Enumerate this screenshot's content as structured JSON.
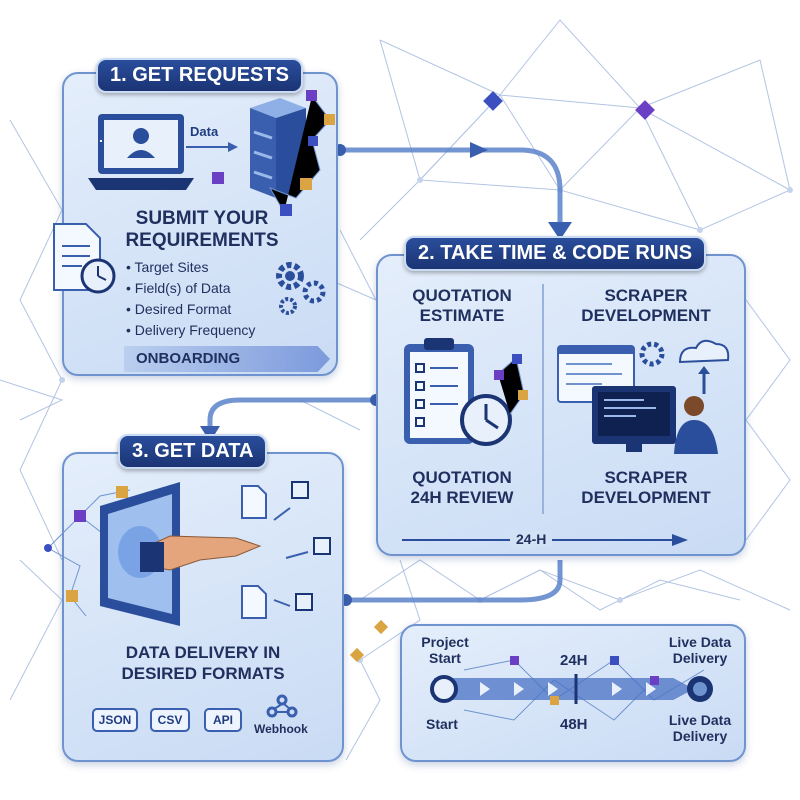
{
  "step1": {
    "title": "1. GET REQUESTS",
    "data_arrow_label": "Data",
    "heading_line1": "SUBMIT YOUR",
    "heading_line2": "REQUIREMENTS",
    "items": [
      "• Target Sites",
      "• Field(s) of Data",
      "• Desired Format",
      "• Delivery Frequency"
    ],
    "footer": "ONBOARDING"
  },
  "step2": {
    "title": "2. TAKE TIME & CODE RUNS",
    "left_top_line1": "QUOTATION",
    "left_top_line2": "ESTIMATE",
    "right_top_line1": "SCRAPER",
    "right_top_line2": "DEVELOPMENT",
    "left_bottom_line1": "QUOTATION",
    "left_bottom_line2": "24H REVIEW",
    "right_bottom_line1": "SCRAPER",
    "right_bottom_line2": "DEVELOPMENT",
    "timeline_label": "24-H"
  },
  "step3": {
    "title": "3. GET DATA",
    "caption_line1": "DATA DELIVERY IN",
    "caption_line2": "DESIRED FORMATS",
    "formats": [
      "JSON",
      "CSV",
      "API"
    ],
    "webhook_label": "Webhook"
  },
  "timeline": {
    "project_start_line1": "Project",
    "project_start_line2": "Start",
    "start": "Start",
    "mark_top": "24H",
    "mark_bottom": "48H",
    "live_top_line1": "Live Data",
    "live_top_line2": "Delivery",
    "live_bottom_line1": "Live Data",
    "live_bottom_line2": "Delivery"
  },
  "colors": {
    "navy": "#1b3474",
    "accent": "#3a5fae",
    "panel": "#c9dbf4",
    "cube_purple": "#5b3fb0",
    "cube_gold": "#d9a441"
  }
}
